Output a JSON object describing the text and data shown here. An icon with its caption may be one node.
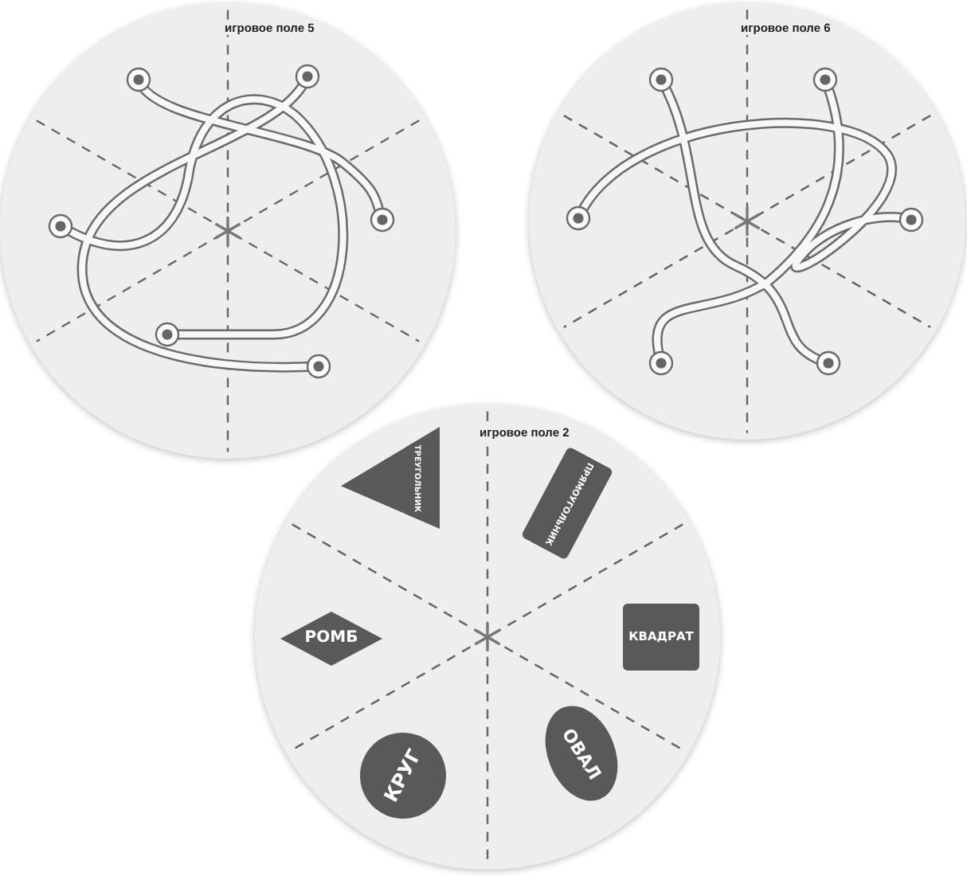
{
  "diagram": {
    "nodes": [
      {
        "text": [
          "игровое поле 5"
        ]
      },
      {
        "text": [
          "игровое поле 6"
        ]
      },
      {
        "text": [
          "игровое поле 2"
        ]
      },
      {
        "text": [
          "ТРЕУГОЛЬНИК"
        ],
        "in": 2
      },
      {
        "text": [
          "ПРЯМОУГОЛЬНИК"
        ],
        "in": 2
      },
      {
        "text": [
          "РОМБ"
        ],
        "in": 2
      },
      {
        "text": [
          "КВАДРАТ"
        ],
        "in": 2
      },
      {
        "text": [
          "КРУГ"
        ],
        "in": 2
      },
      {
        "text": [
          "ОВАЛ"
        ],
        "in": 2
      }
    ]
  }
}
